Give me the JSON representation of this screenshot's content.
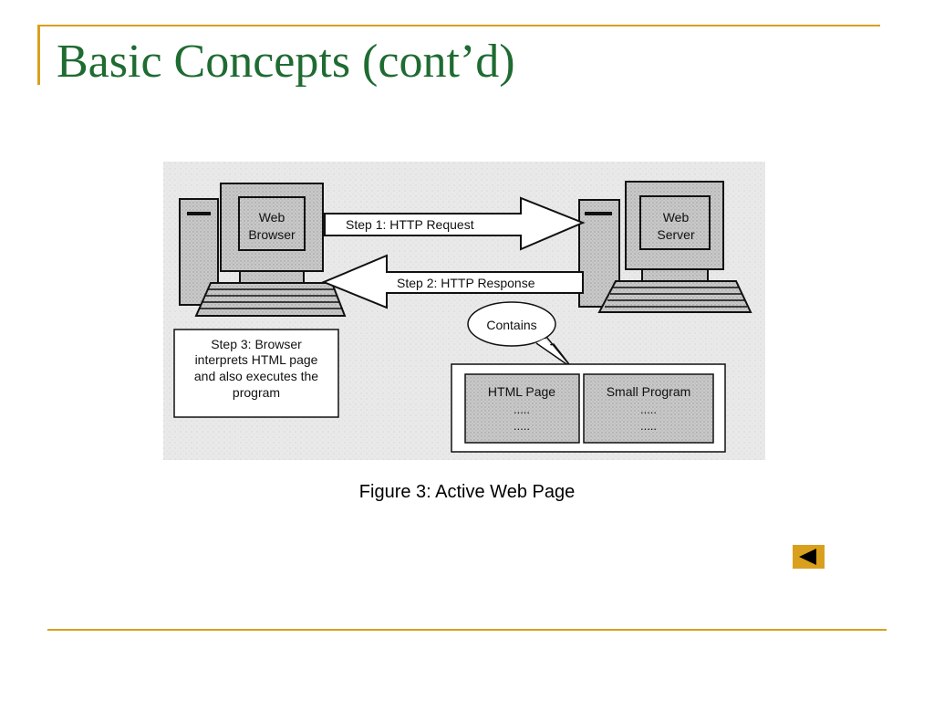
{
  "slide": {
    "title": "Basic Concepts (cont’d)",
    "caption": "Figure 3: Active Web Page"
  },
  "diagram": {
    "client_label": [
      "Web",
      "Browser"
    ],
    "server_label": [
      "Web",
      "Server"
    ],
    "step1": "Step 1: HTTP Request",
    "step2": "Step 2: HTTP Response",
    "step3": [
      "Step 3: Browser",
      "interprets HTML page",
      "and also executes the",
      "program"
    ],
    "bubble": "Contains",
    "html_page": {
      "title": "HTML Page",
      "dots1": ".....",
      "dots2": "....."
    },
    "small_program": {
      "title": "Small Program",
      "dots1": ".....",
      "dots2": "....."
    }
  },
  "nav": {
    "back_icon": "triangle-left-icon"
  },
  "colors": {
    "accent": "#d9a01e",
    "title": "#1f6b32",
    "scan_bg": "#e9e9e9",
    "panel": "#c8c8c8"
  }
}
